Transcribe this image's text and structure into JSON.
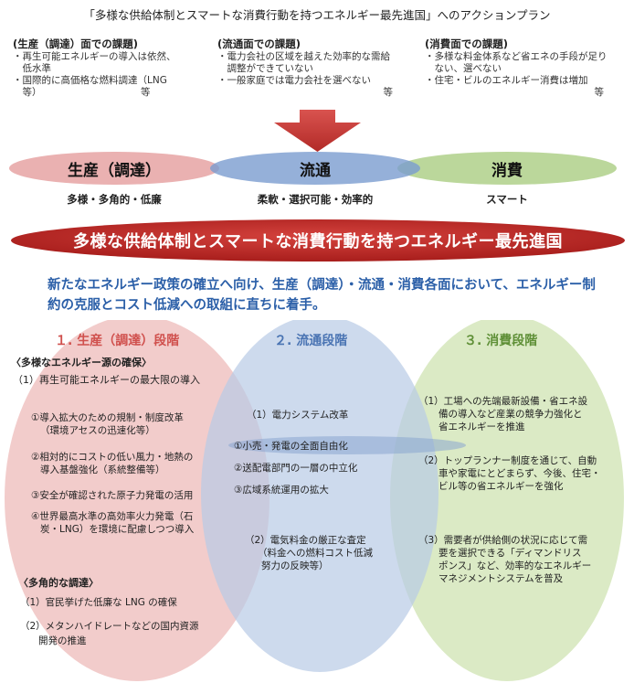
{
  "title": "「多様な供給体制とスマートな消費行動を持つエネルギー最先進国」へのアクションプラン",
  "issues": [
    {
      "heading": "(生産（調達）面での課題)",
      "items": [
        "・再生可能エネルギーの導入は依然、",
        "　低水準",
        "・国際的に高価格な燃料調達（LNG",
        "　等）"
      ],
      "tail": "等"
    },
    {
      "heading": "(流通面での課題)",
      "items": [
        "・電力会社の区域を越えた効率的な需給",
        "　調整ができていない",
        "・一般家庭では電力会社を選べない"
      ],
      "tail": "等"
    },
    {
      "heading": "(消費面での課題)",
      "items": [
        "・多様な料金体系など省エネの手段が足り",
        "　ない、選べない",
        "・住宅・ビルのエネルギー消費は増加"
      ],
      "tail": "等"
    }
  ],
  "pillars": [
    {
      "label": "生産（調達）",
      "sub": "多様・多角的・低廉",
      "color": "#e09a9a"
    },
    {
      "label": "流通",
      "sub": "柔軟・選択可能・効率的",
      "color": "#6f93c9"
    },
    {
      "label": "消費",
      "sub": "スマート",
      "color": "#a7c97f"
    }
  ],
  "banner": {
    "text": "多様な供給体制とスマートな消費行動を持つエネルギー最先進国",
    "color": "#c8302c"
  },
  "summary": "新たなエネルギー政策の確立へ向け、生産（調達）・流通・消費各面において、エネルギー制約の克服とコスト低減への取組に直ちに着手。",
  "stages": {
    "production": {
      "heading": "１. 生産（調達）段階",
      "color": "#d0504d",
      "sec1": "〈多様なエネルギー源の確保〉",
      "item1": "（1）再生可能エネルギーの最大限の導入",
      "subs": [
        [
          "①導入拡大のための規制・制度改革",
          "（環境アセスの迅速化等）"
        ],
        [
          "②相対的にコストの低い風力・地熱の",
          "導入基盤強化（系統整備等）"
        ],
        [
          "③安全が確認された原子力発電の活用"
        ],
        [
          "④世界最高水準の高効率火力発電（石",
          "炭・LNG）を環境に配慮しつつ導入"
        ]
      ],
      "sec2": "〈多角的な調達〉",
      "items2": [
        "（1）官民挙げた低廉な LNG の確保",
        "（2）メタンハイドレートなどの国内資源",
        "開発の推進"
      ]
    },
    "distribution": {
      "heading": "２. 流通段階",
      "color": "#4a74b3",
      "item1": "（1）電力システム改革",
      "subs": [
        "①小売・発電の全面自由化",
        "②送配電部門の一層の中立化",
        "③広域系統運用の拡大"
      ],
      "item2": [
        "（2）電気料金の厳正な査定",
        "（料金への燃料コスト低減",
        "努力の反映等）"
      ]
    },
    "consumption": {
      "heading": "３. 消費段階",
      "color": "#5e8f36",
      "items": [
        [
          "（1）工場への先端最新設備・省エネ設",
          "備の導入など産業の競争力強化と",
          "省エネルギーを推進"
        ],
        [
          "（2）トップランナー制度を通じて、自動",
          "車や家電にとどまらず、今後、住宅・",
          "ビル等の省エネルギーを強化"
        ],
        [
          "（3）需要者が供給側の状況に応じて需",
          "要を選択できる「ディマンドリス",
          "ポンス」など、効率的なエネルギー",
          "マネジメントシステムを普及"
        ]
      ]
    }
  }
}
